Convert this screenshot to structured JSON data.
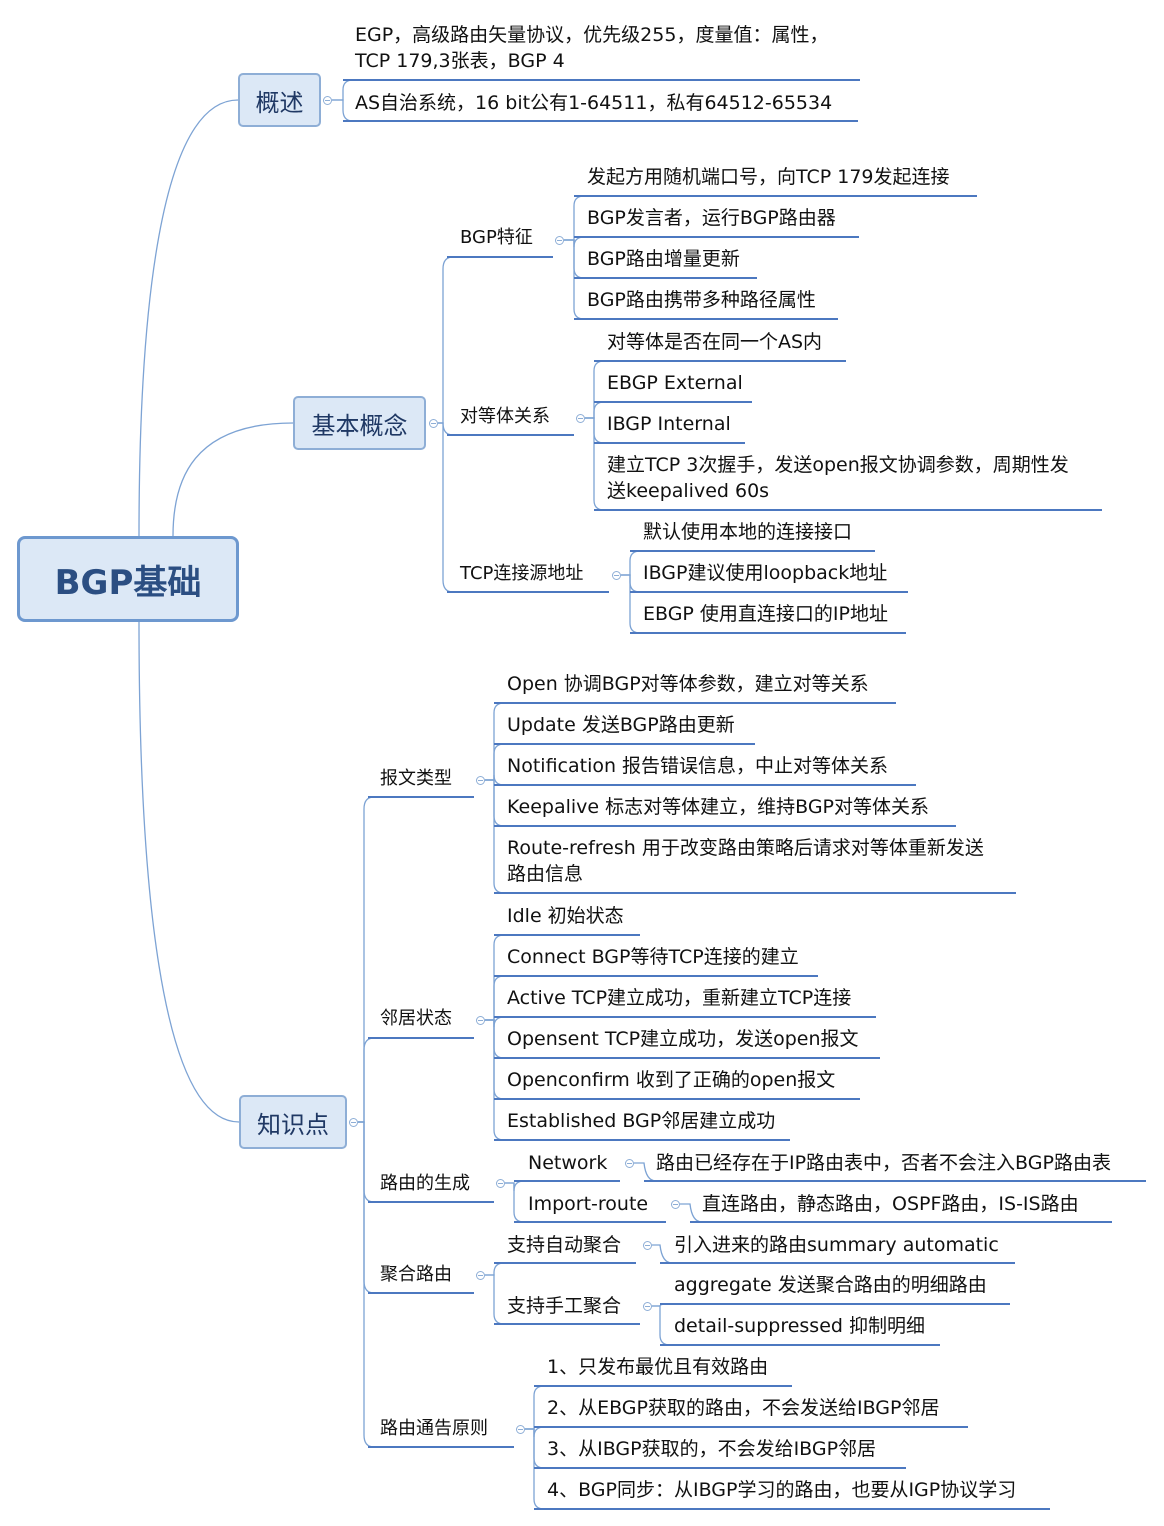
{
  "root": "BGP基础",
  "overview": {
    "title": "概述",
    "items": [
      [
        "EGP，高级路由矢量协议，优先级255，度量值：属性，",
        "TCP 179,3张表，BGP 4"
      ],
      [
        "AS自治系统，16 bit公有1-64511，私有64512-65534"
      ]
    ]
  },
  "concepts": {
    "title": "基本概念",
    "features": {
      "title": "BGP特征",
      "items": [
        "发起方用随机端口号，向TCP 179发起连接",
        "BGP发言者，运行BGP路由器",
        "BGP路由增量更新",
        "BGP路由携带多种路径属性"
      ]
    },
    "peers": {
      "title": "对等体关系",
      "items": [
        [
          "对等体是否在同一个AS内"
        ],
        [
          "EBGP External"
        ],
        [
          "IBGP Internal"
        ],
        [
          "建立TCP 3次握手，发送open报文协调参数，周期性发",
          "送keepalived 60s"
        ]
      ]
    },
    "tcp_source": {
      "title": "TCP连接源地址",
      "items": [
        "默认使用本地的连接接口",
        "IBGP建议使用loopback地址",
        "EBGP 使用直连接口的IP地址"
      ]
    }
  },
  "knowledge": {
    "title": "知识点",
    "messages": {
      "title": "报文类型",
      "items": [
        [
          "Open 协调BGP对等体参数，建立对等关系"
        ],
        [
          "Update 发送BGP路由更新"
        ],
        [
          "Notification 报告错误信息，中止对等体关系"
        ],
        [
          "Keepalive 标志对等体建立，维持BGP对等体关系"
        ],
        [
          "Route-refresh 用于改变路由策略后请求对等体重新发送",
          "路由信息"
        ]
      ]
    },
    "states": {
      "title": "邻居状态",
      "items": [
        "Idle 初始状态",
        "Connect BGP等待TCP连接的建立",
        "Active TCP建立成功，重新建立TCP连接",
        "Opensent TCP建立成功，发送open报文",
        "Openconfirm 收到了正确的open报文",
        "Established BGP邻居建立成功"
      ]
    },
    "generation": {
      "title": "路由的生成",
      "network": "Network",
      "network_desc": "路由已经存在于IP路由表中，否者不会注入BGP路由表",
      "import": "Import-route",
      "import_desc": "直连路由，静态路由，OSPF路由，IS-IS路由"
    },
    "aggregation": {
      "title": "聚合路由",
      "auto": "支持自动聚合",
      "auto_desc": "引入进来的路由summary automatic",
      "manual": "支持手工聚合",
      "manual_items": [
        "aggregate 发送聚合路由的明细路由",
        "detail-suppressed 抑制明细"
      ]
    },
    "advertise": {
      "title": "路由通告原则",
      "items": [
        "1、只发布最优且有效路由",
        "2、从EBGP获取的路由，不会发送给IBGP邻居",
        "3、从IBGP获取的，不会发给IBGP邻居",
        "4、BGP同步：从IBGP学习的路由，也要从IGP协议学习"
      ]
    }
  }
}
